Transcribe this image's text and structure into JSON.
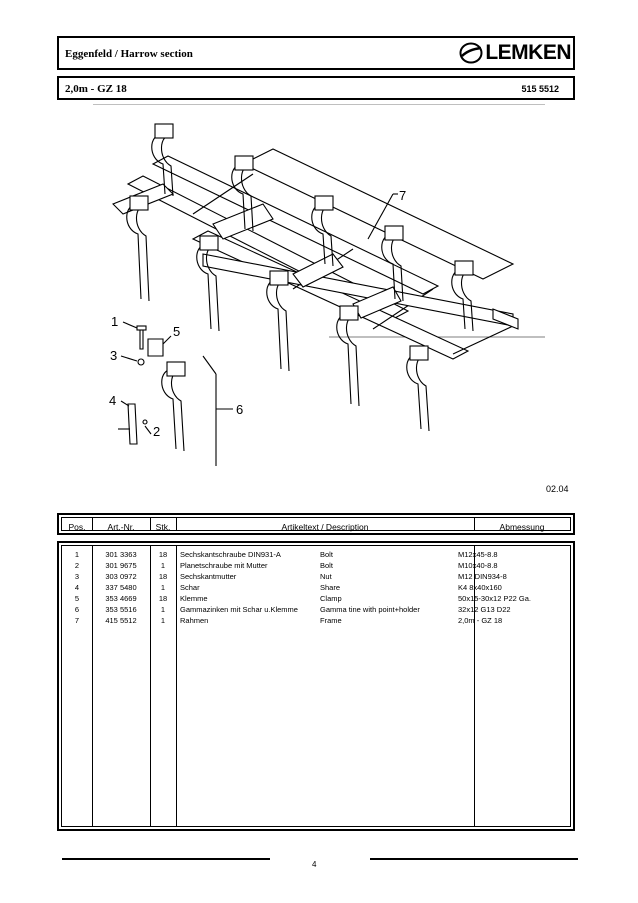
{
  "header": {
    "title": "Eggenfeld / Harrow section",
    "brand": "LEMKEN",
    "model": "2,0m - GZ 18",
    "part_number": "515 5512"
  },
  "drawing": {
    "callouts": [
      "1",
      "2",
      "3",
      "4",
      "5",
      "6",
      "7"
    ]
  },
  "date": "02.04",
  "table": {
    "headers": [
      "Pos.",
      "Art.-Nr.",
      "Stk.",
      "Artikeltext / Description",
      "Abmessung"
    ],
    "rows": [
      {
        "pos": "1",
        "art": "301 3363",
        "qty": "18",
        "text_de": "Sechskantschraube DIN931-A",
        "text_en": "Bolt",
        "dim": "M12x45-8.8"
      },
      {
        "pos": "2",
        "art": "301 9675",
        "qty": "1",
        "text_de": "Planetschraube mit Mutter",
        "text_en": "Bolt",
        "dim": "M10x40-8.8"
      },
      {
        "pos": "3",
        "art": "303 0972",
        "qty": "18",
        "text_de": "Sechskantmutter",
        "text_en": "Nut",
        "dim": "M12 DIN934-8"
      },
      {
        "pos": "4",
        "art": "337 5480",
        "qty": "1",
        "text_de": "Schar",
        "text_en": "Share",
        "dim": "K4 8x40x160"
      },
      {
        "pos": "5",
        "art": "353 4669",
        "qty": "18",
        "text_de": "Klemme",
        "text_en": "Clamp",
        "dim": "50x15-30x12 P22 Ga."
      },
      {
        "pos": "6",
        "art": "353 5516",
        "qty": "1",
        "text_de": "Gammazinken mit Schar u.Klemme",
        "text_en": "Gamma tine with point+holder",
        "dim": "32x12 G13 D22"
      },
      {
        "pos": "7",
        "art": "415 5512",
        "qty": "1",
        "text_de": "Rahmen",
        "text_en": "Frame",
        "dim": "2,0m - GZ 18"
      }
    ]
  },
  "page_number": "4"
}
